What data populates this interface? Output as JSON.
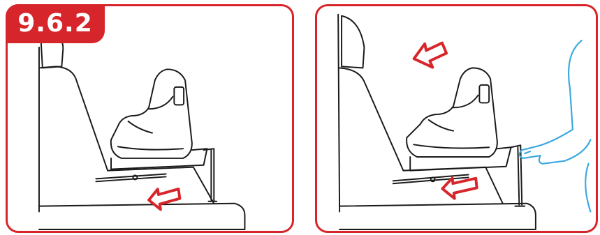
{
  "step_label": "9.6.2",
  "colors": {
    "frame_red": "#d7262b",
    "line_art": "#1a1a1a",
    "hand_blue": "#3aa8e0",
    "arrow_red": "#d7262b"
  },
  "panels": [
    {
      "id": "left",
      "arrows": [
        "arrow-left-icon"
      ]
    },
    {
      "id": "right",
      "arrows": [
        "arrow-left-icon",
        "arrow-left-icon"
      ],
      "figure": "hand-icon"
    }
  ]
}
